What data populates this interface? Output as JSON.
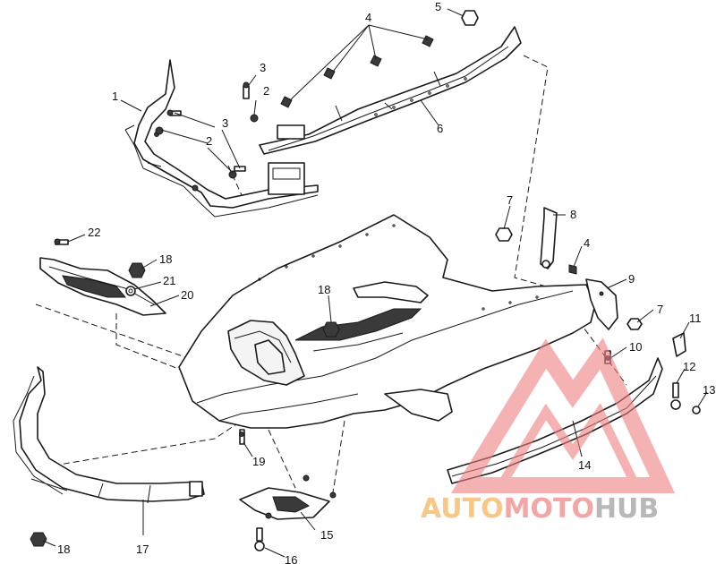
{
  "callouts": [
    "1",
    "2",
    "3",
    "4",
    "5",
    "6",
    "7",
    "8",
    "9",
    "10",
    "11",
    "12",
    "13",
    "14",
    "15",
    "16",
    "17",
    "18",
    "19",
    "20",
    "21",
    "22"
  ],
  "watermark": {
    "part1": "AUTO",
    "part2": "MOTO",
    "part3": "HUB",
    "colors": {
      "auto": "#f2a23a",
      "moto": "#ee6b6b",
      "hub": "#8a8a8a",
      "triangle": "#f08080"
    }
  }
}
